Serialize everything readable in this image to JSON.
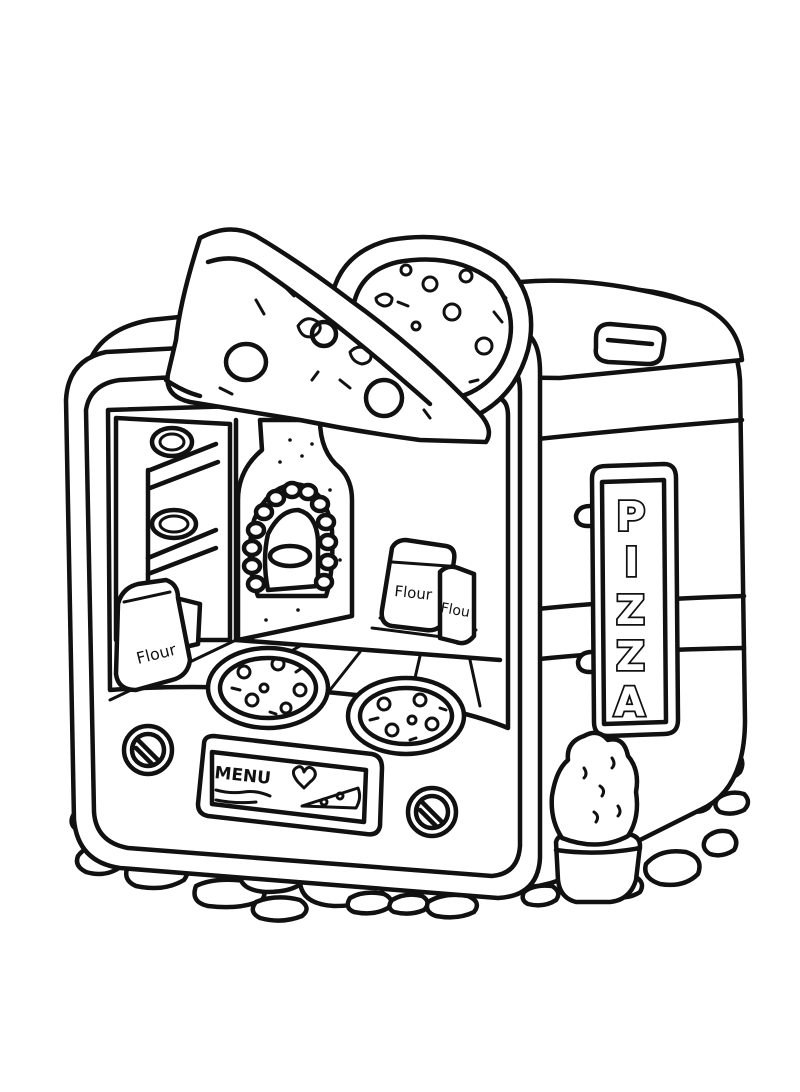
{
  "colors": {
    "line": "#111111",
    "paper": "#ffffff"
  },
  "sign": {
    "letters": [
      "P",
      "I",
      "Z",
      "Z",
      "A"
    ]
  },
  "menu_board": {
    "label": "MENU",
    "heart_icon": "heart-icon"
  },
  "flour_bags": [
    {
      "label": "Flour"
    },
    {
      "label": "Flour"
    },
    {
      "label": "Flou"
    }
  ]
}
